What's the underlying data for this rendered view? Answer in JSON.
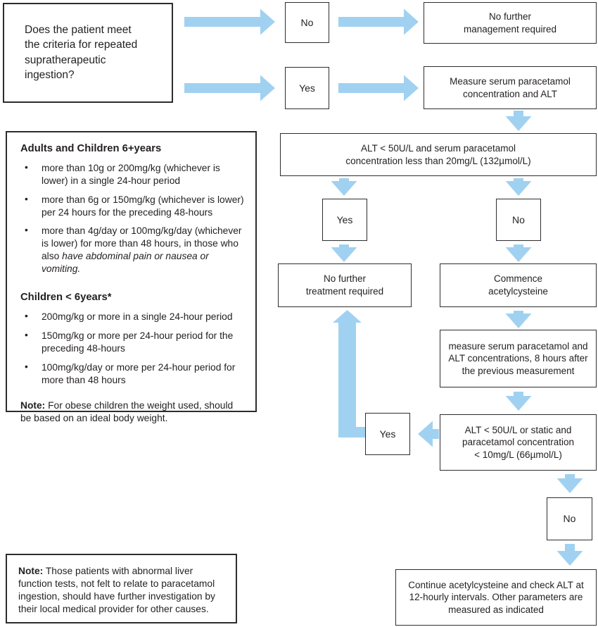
{
  "flow": {
    "question": "Does the patient meet\nthe criteria for repeated\nsupratherapeutic\ningestion?",
    "no_top": "No",
    "yes_top": "Yes",
    "no_further_management": "No further\nmanagement required",
    "measure_serum": "Measure serum paracetamol\nconcentration and ALT",
    "alt_check_initial": "ALT < 50U/L and serum paracetamol\nconcentration less than 20mg/L (132µmol/L)",
    "yes_mid": "Yes",
    "no_mid": "No",
    "no_further_treatment": "No further\ntreatment required",
    "commence": "Commence\nacetylcysteine",
    "measure_8h": "measure serum paracetamol and\nALT concentrations, 8 hours after\nthe previous measurement",
    "alt_check_followup": "ALT < 50U/L or static and\nparacetamol concentration\n< 10mg/L (66µmol/L)",
    "yes_followup": "Yes",
    "no_followup": "No",
    "continue_acetylcysteine": "Continue acetylcysteine and check ALT at\n12-hourly intervals. Other parameters are\nmeasured as indicated"
  },
  "criteria": {
    "adults_heading": "Adults and Children 6+years",
    "adults_bullets": [
      "more than 10g or 200mg/kg (whichever is lower) in a single 24-hour period",
      "more than 6g or 150mg/kg (whichever is lower) per 24 hours for the preceding 48-hours",
      "more than 4g/day or 100mg/kg/day (whichever is lower) for more than 48 hours, in those who also "
    ],
    "adults_bullet3_italic": "have abdominal pain or nausea or vomiting.",
    "children_heading": "Children < 6years*",
    "children_bullets": [
      "200mg/kg or more in a single 24-hour period",
      "150mg/kg or more per 24-hour period for the preceding 48-hours",
      "100mg/kg/day or more per 24-hour period for more than 48 hours"
    ],
    "note_label": "Note:",
    "note_text": "For obese children the weight used, should be based on an ideal body weight."
  },
  "footnote": {
    "label": "Note:",
    "text": "Those patients with abnormal liver function tests, not felt to relate to paracetamol ingestion, should have further investigation by their local medical provider for other causes."
  },
  "colors": {
    "arrow": "#a1d1f0",
    "border": "#2d2d2d",
    "text": "#231f20"
  }
}
